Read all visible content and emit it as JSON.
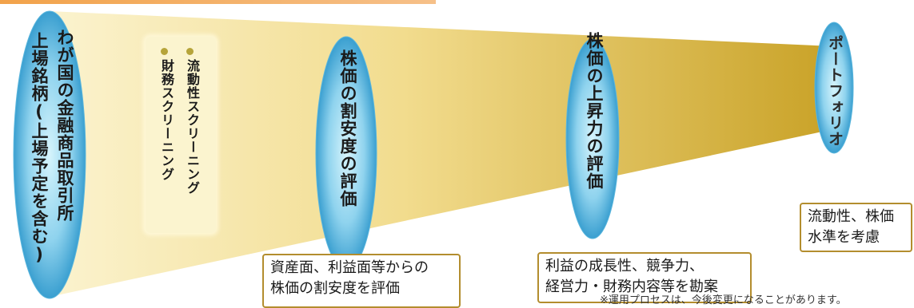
{
  "disks": [
    {
      "label_line1": "上場銘柄(上場予定を含む)",
      "label_line2": "わが国の金融商品取引所"
    },
    {
      "label": "株価の割安度の評価"
    },
    {
      "label": "株価の上昇力の評価"
    },
    {
      "label": "ポートフォリオ"
    }
  ],
  "screening": {
    "items": [
      "流動性スクリーニング",
      "財務スクリーニング"
    ]
  },
  "notes": [
    {
      "line1": "資産面、利益面等からの",
      "line2": "株価の割安度を評価"
    },
    {
      "line1": "利益の成長性、競争力、",
      "line2": "経営力・財務内容等を勘案"
    },
    {
      "line1": "流動性、株価",
      "line2": "水準を考慮"
    }
  ],
  "footnote": "※運用プロセスは、今後変更になることがあります。",
  "colors": {
    "funnel_light": "#fbf3cf",
    "funnel_dark": "#c9a227",
    "disk_center": "#c8eef9",
    "disk_edge": "#3fa6d4",
    "note_border": "#b38d2e"
  }
}
